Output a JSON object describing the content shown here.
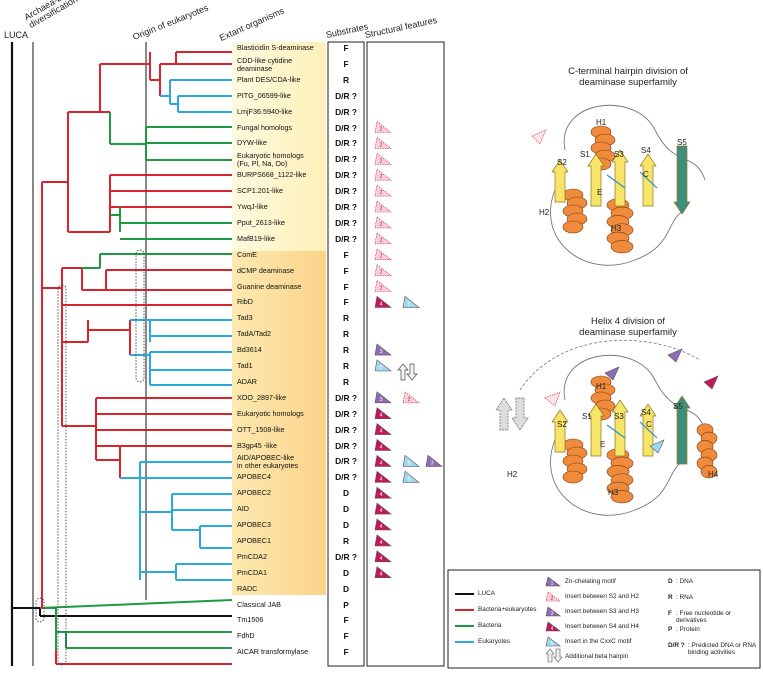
{
  "headers": {
    "luca": "LUCA",
    "archaea": "Archaea-bacteria\ndiversification",
    "origin": "Origin of eukaryotes",
    "extant": "Extant organisms",
    "substrates": "Substrates",
    "structural": "Structural features"
  },
  "organisms": [
    {
      "name": "Blasticidin S-deaminase",
      "substrate": "F"
    },
    {
      "name": "CDD-like cytidine\ndeaminase",
      "substrate": "F"
    },
    {
      "name": "Plant DES/CDA-like",
      "substrate": "R"
    },
    {
      "name": "PITG_06599-like",
      "substrate": "D/R ?"
    },
    {
      "name": "LmjF36.5940-like",
      "substrate": "D/R ?"
    },
    {
      "name": "Fungal homologs",
      "substrate": "D/R ?"
    },
    {
      "name": "DYW-like",
      "substrate": "D/R ?"
    },
    {
      "name": "Eukaryotic homologs\n(Fu, Pl, Na, Oo)",
      "substrate": "D/R ?"
    },
    {
      "name": "BURPS668_1122-like",
      "substrate": "D/R ?"
    },
    {
      "name": "SCP1.201-like",
      "substrate": "D/R ?"
    },
    {
      "name": "YwqJ-like",
      "substrate": "D/R ?"
    },
    {
      "name": "Pput_2613-like",
      "substrate": "D/R ?"
    },
    {
      "name": "MafB19-like",
      "substrate": "D/R ?"
    },
    {
      "name": "ComE",
      "substrate": "F"
    },
    {
      "name": "dCMP deaminase",
      "substrate": "F"
    },
    {
      "name": "Guanine deaminase",
      "substrate": "F"
    },
    {
      "name": "RibD",
      "substrate": "F"
    },
    {
      "name": "Tad3",
      "substrate": "R"
    },
    {
      "name": "TadA/Tad2",
      "substrate": "R"
    },
    {
      "name": "Bd3614",
      "substrate": "R"
    },
    {
      "name": "Tad1",
      "substrate": "R"
    },
    {
      "name": "ADAR",
      "substrate": "R"
    },
    {
      "name": "XOO_2897-like",
      "substrate": "D/R ?"
    },
    {
      "name": "Eukaryotic  homologs",
      "substrate": "D/R ?"
    },
    {
      "name": "OTT_1508-like",
      "substrate": "D/R ?"
    },
    {
      "name": "B3gp45 -like",
      "substrate": "D/R ?"
    },
    {
      "name": "AID/APOBEC-like\nin other eukaryotes",
      "substrate": "D/R ?"
    },
    {
      "name": "APOBEC4",
      "substrate": "D/R ?"
    },
    {
      "name": "APOBEC2",
      "substrate": "D"
    },
    {
      "name": "AID",
      "substrate": "D"
    },
    {
      "name": "APOBEC3",
      "substrate": "D"
    },
    {
      "name": "APOBEC1",
      "substrate": "R"
    },
    {
      "name": "PmCDA2",
      "substrate": "D/R ?"
    },
    {
      "name": "PmCDA1",
      "substrate": "D"
    },
    {
      "name": "RADC",
      "substrate": "D"
    },
    {
      "name": "Classical JAB",
      "substrate": "P"
    },
    {
      "name": "Tm1506",
      "substrate": "F"
    },
    {
      "name": "FdhD",
      "substrate": "F"
    },
    {
      "name": "AICAR transformylase",
      "substrate": "F"
    }
  ],
  "structures": {
    "top_title": "C-terminal hairpin division of\ndeaminase superfamily",
    "bottom_title": "Helix 4 division of\ndeaminase superfamily",
    "top_labels": [
      "H1",
      "S1",
      "S2",
      "S3",
      "S4",
      "S5",
      "H2",
      "H3",
      "C",
      "E"
    ],
    "bottom_labels": [
      "H1",
      "S1",
      "S2",
      "S3",
      "S4",
      "S5",
      "H2",
      "H3",
      "H4",
      "C",
      "E"
    ],
    "insert_numbers": [
      "2",
      "3",
      "4",
      "5"
    ]
  },
  "legend": {
    "lines": [
      {
        "label": "LUCA",
        "color": "#111111"
      },
      {
        "label": "Bacteria+eukaryotes",
        "color": "#d9232d"
      },
      {
        "label": "Bacteria",
        "color": "#1e9a45"
      },
      {
        "label": "Eukaryotes",
        "color": "#2aa9e0"
      }
    ],
    "motifs": [
      "Zn-chelating motif",
      "Insert between S2 and H2",
      "Insert between S3 and H3",
      "Insert between S4 and H4",
      "Insert in the CxxC motif",
      "Additional beta hairpin"
    ],
    "substrates": [
      {
        "code": "D",
        "desc": ": DNA"
      },
      {
        "code": "R",
        "desc": ": RNA"
      },
      {
        "code": "F",
        "desc": ": Free nucleotide or derivatives"
      },
      {
        "code": "P",
        "desc": ": Protein"
      },
      {
        "code": "D/R ?",
        "desc": ": Predicted DNA or RNA\nbinding activities"
      }
    ]
  },
  "colors": {
    "luca": "#111111",
    "bact_euk": "#d9232d",
    "bacteria": "#1e9a45",
    "eukaryotes": "#2aa9e0",
    "highlight_light": "#fdf3c4",
    "highlight_dark": "#fbd98a",
    "helix": "#f08a3c",
    "strand": "#f8e468",
    "strand_teal": "#3d8f7c"
  }
}
